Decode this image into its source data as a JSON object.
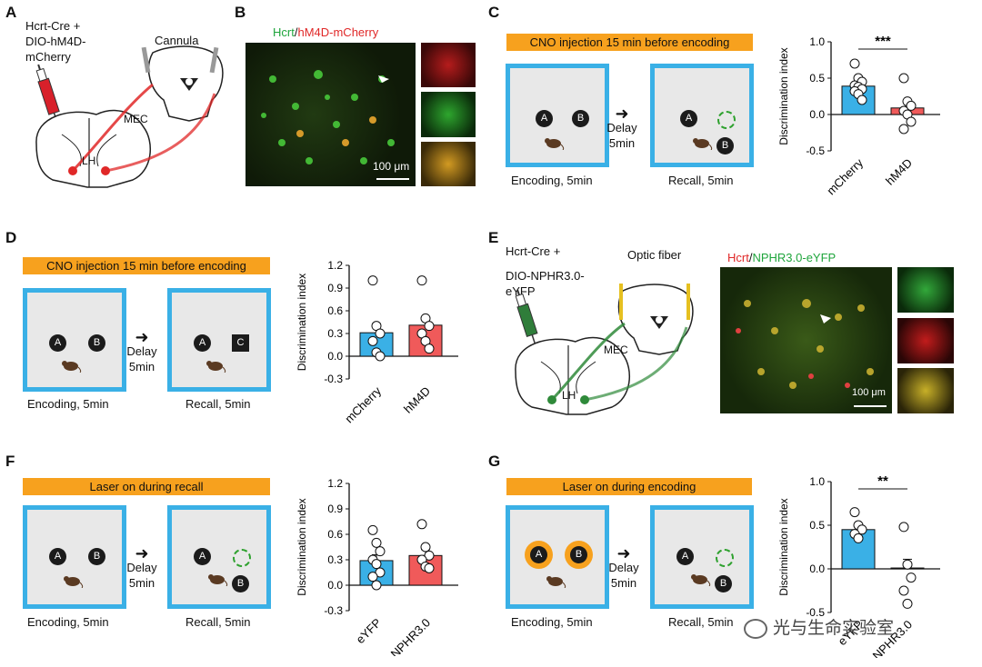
{
  "panels": {
    "A": {
      "label": "A",
      "virus_lines": [
        "Hcrt-Cre +",
        "DIO-hM4D-",
        "mCherry"
      ],
      "cannula": "Cannula",
      "mec": "MEC",
      "lh": "LH"
    },
    "B": {
      "label": "B",
      "title_part1": "Hcrt",
      "title_sep": "/",
      "title_part2": "hM4D-mCherry",
      "scale": "100 μm"
    },
    "C": {
      "label": "C",
      "banner": "CNO injection 15 min before encoding",
      "obj_a": "A",
      "obj_b": "B",
      "obj_b2": "B",
      "delay_l1": "Delay",
      "delay_l2": "5min",
      "encoding": "Encoding, 5min",
      "recall": "Recall, 5min"
    },
    "D": {
      "label": "D",
      "banner": "CNO injection 15 min before encoding",
      "obj_a": "A",
      "obj_b": "B",
      "obj_c": "C",
      "delay_l1": "Delay",
      "delay_l2": "5min",
      "encoding": "Encoding, 5min",
      "recall": "Recall, 5min"
    },
    "E": {
      "label": "E",
      "virus_lines": [
        "Hcrt-Cre +",
        "DIO-NPHR3.0-",
        "eYFP"
      ],
      "optic_fiber": "Optic fiber",
      "mec": "MEC",
      "lh": "LH",
      "title_part1": "Hcrt",
      "title_sep": "/",
      "title_part2": "NPHR3.0-eYFP",
      "scale": "100 μm"
    },
    "F": {
      "label": "F",
      "banner": "Laser on during recall",
      "obj_a": "A",
      "obj_b": "B",
      "obj_b2": "B",
      "delay_l1": "Delay",
      "delay_l2": "5min",
      "encoding": "Encoding, 5min",
      "recall": "Recall, 5min"
    },
    "G": {
      "label": "G",
      "banner": "Laser on during encoding",
      "obj_a": "A",
      "obj_b": "B",
      "obj_b2": "B",
      "delay_l1": "Delay",
      "delay_l2": "5min",
      "encoding": "Encoding, 5min",
      "recall": "Recall, 5min"
    }
  },
  "watermark": "光与生命实验室",
  "colors": {
    "control": "#3ab0e6",
    "treatment": "#f05a5a",
    "banner": "#f7a11e",
    "arena_border": "#3ab0e6"
  },
  "chart_data": [
    {
      "id": "C",
      "type": "bar",
      "ylabel": "Discrimination index",
      "ylim": [
        -0.5,
        1.0
      ],
      "yticks": [
        "1.0",
        "0.5",
        "0.0",
        "-0.5"
      ],
      "categories": [
        "mCherry",
        "hM4D"
      ],
      "values": [
        0.39,
        0.09
      ],
      "errors": [
        0.05,
        0.07
      ],
      "points": [
        [
          0.7,
          0.5,
          0.45,
          0.4,
          0.38,
          0.35,
          0.32,
          0.28,
          0.2
        ],
        [
          0.5,
          0.18,
          0.12,
          0.05,
          0.0,
          -0.1,
          -0.2
        ]
      ],
      "significance": "***"
    },
    {
      "id": "D",
      "type": "bar",
      "ylabel": "Discrimination index",
      "ylim": [
        -0.3,
        1.2
      ],
      "yticks": [
        "1.2",
        "0.9",
        "0.6",
        "0.3",
        "0.0",
        "-0.3"
      ],
      "categories": [
        "mCherry",
        "hM4D"
      ],
      "values": [
        0.31,
        0.41
      ],
      "errors": [
        0.12,
        0.11
      ],
      "points": [
        [
          1.0,
          0.4,
          0.3,
          0.2,
          0.05,
          0.0
        ],
        [
          1.0,
          0.5,
          0.4,
          0.3,
          0.2,
          0.1
        ]
      ]
    },
    {
      "id": "F",
      "type": "bar",
      "ylabel": "Discrimination index",
      "ylim": [
        -0.3,
        1.2
      ],
      "yticks": [
        "1.2",
        "0.9",
        "0.6",
        "0.3",
        "0.0",
        "-0.3"
      ],
      "categories": [
        "eYFP",
        "NPHR3.0"
      ],
      "values": [
        0.29,
        0.35
      ],
      "errors": [
        0.07,
        0.07
      ],
      "points": [
        [
          0.65,
          0.5,
          0.4,
          0.3,
          0.25,
          0.15,
          0.1,
          0.0
        ],
        [
          0.72,
          0.45,
          0.35,
          0.3,
          0.22,
          0.2
        ]
      ]
    },
    {
      "id": "G",
      "type": "bar",
      "ylabel": "Discrimination index",
      "ylim": [
        -0.5,
        1.0
      ],
      "yticks": [
        "1.0",
        "0.5",
        "0.0",
        "-0.5"
      ],
      "categories": [
        "eYFP",
        "NPHR3.0"
      ],
      "values": [
        0.45,
        0.01
      ],
      "errors": [
        0.05,
        0.1
      ],
      "points": [
        [
          0.65,
          0.5,
          0.45,
          0.4,
          0.35
        ],
        [
          0.48,
          0.05,
          -0.1,
          -0.25,
          -0.4
        ]
      ],
      "significance": "**"
    }
  ]
}
